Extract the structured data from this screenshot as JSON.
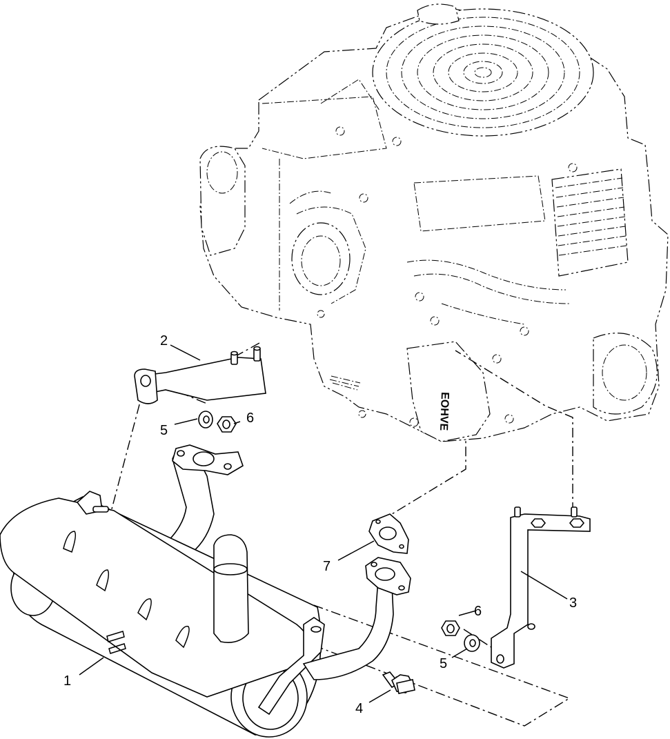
{
  "diagram": {
    "callouts": [
      {
        "id": "c1",
        "label": "1"
      },
      {
        "id": "c2",
        "label": "2"
      },
      {
        "id": "c3",
        "label": "3"
      },
      {
        "id": "c4",
        "label": "4"
      },
      {
        "id": "c5a",
        "label": "5"
      },
      {
        "id": "c5b",
        "label": "5"
      },
      {
        "id": "c6a",
        "label": "6"
      },
      {
        "id": "c6b",
        "label": "6"
      },
      {
        "id": "c7",
        "label": "7"
      }
    ],
    "engine_badge": "EOHVE"
  }
}
